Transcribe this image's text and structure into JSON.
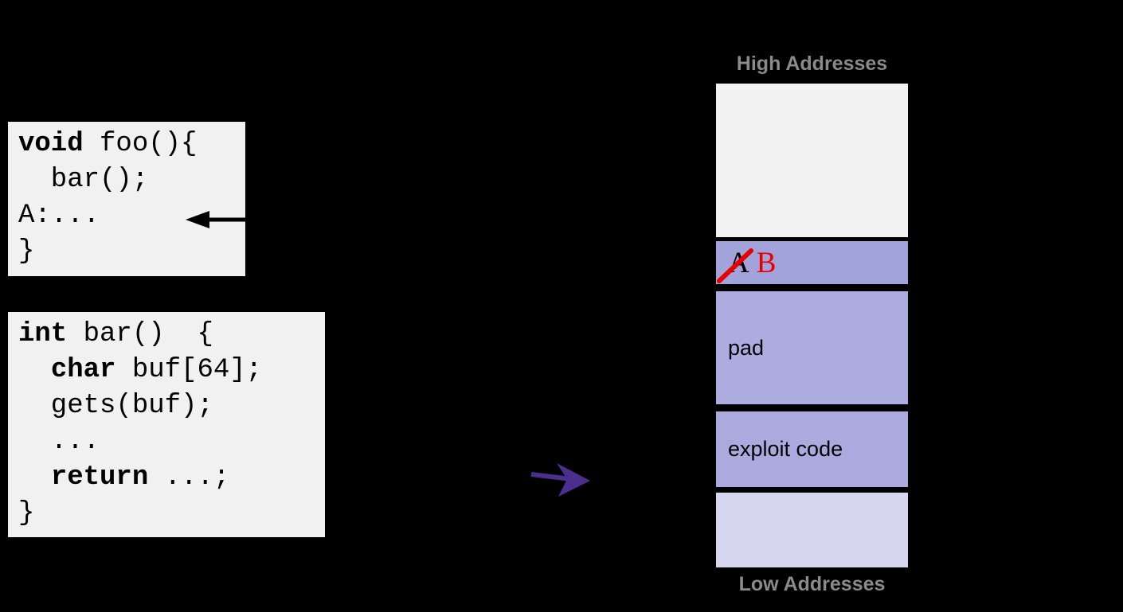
{
  "colors": {
    "background": "#000000",
    "code_box_bg": "#f1f1f1",
    "caller_frame_bg": "#f2f2f2",
    "return_address_bg": "#a3a3dc",
    "pad_bg": "#acace0",
    "exploit_bg": "#aaaade",
    "buffer_bottom_bg": "#d6d6ef",
    "address_label_gray": "#8a8a8a",
    "overwrite_red": "#e60000",
    "flow_arrow_purple": "#4b2e8e",
    "return_arrow_black": "#000000"
  },
  "foo_code": {
    "lines": [
      {
        "segments": [
          {
            "text": "void",
            "bold": true
          },
          {
            "text": " foo(){",
            "bold": false
          }
        ]
      },
      {
        "segments": [
          {
            "text": "  bar();",
            "bold": false
          }
        ]
      },
      {
        "segments": [
          {
            "text": "A:...",
            "bold": false
          }
        ]
      },
      {
        "segments": [
          {
            "text": "}",
            "bold": false
          }
        ]
      }
    ]
  },
  "bar_code": {
    "lines": [
      {
        "segments": [
          {
            "text": "int",
            "bold": true
          },
          {
            "text": " bar()  {",
            "bold": false
          }
        ]
      },
      {
        "segments": [
          {
            "text": "  ",
            "bold": false
          },
          {
            "text": "char",
            "bold": true
          },
          {
            "text": " buf[64];",
            "bold": false
          }
        ]
      },
      {
        "segments": [
          {
            "text": "  gets(buf);",
            "bold": false
          }
        ]
      },
      {
        "segments": [
          {
            "text": "  ...",
            "bold": false
          }
        ]
      },
      {
        "segments": [
          {
            "text": "  ",
            "bold": false
          },
          {
            "text": "return",
            "bold": true
          },
          {
            "text": " ...;",
            "bold": false
          }
        ]
      },
      {
        "segments": [
          {
            "text": "}",
            "bold": false
          }
        ]
      }
    ]
  },
  "stack": {
    "top_label": "High Addresses",
    "bottom_label": "Low Addresses",
    "return_address": {
      "old_value": "A",
      "new_value": "B"
    },
    "pad_label": "pad",
    "exploit_label": "exploit code"
  }
}
